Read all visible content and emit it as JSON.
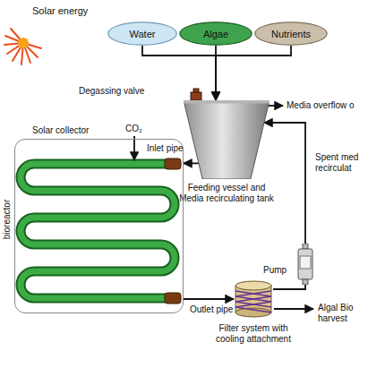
{
  "diagram": {
    "nodes": [
      {
        "text": [
          "Water"
        ]
      },
      {
        "text": [
          "Algae"
        ]
      },
      {
        "text": [
          "Nutrients"
        ]
      },
      {
        "text": [
          "Feeding vessel and Media recirculating tank"
        ]
      },
      {
        "text": [
          "Solar collector"
        ]
      },
      {
        "text": [
          "Filter system with cooling attachment"
        ]
      },
      {
        "text": [
          "Pump"
        ]
      }
    ],
    "edges": [
      {
        "from": 0,
        "to": 3,
        "arrow": "to"
      },
      {
        "from": 1,
        "to": 3,
        "arrow": "to"
      },
      {
        "from": 2,
        "to": 3,
        "arrow": "to"
      },
      {
        "from": 3,
        "to": 4,
        "arrow": "to"
      },
      {
        "from": 4,
        "to": 5,
        "arrow": "to"
      },
      {
        "from": 5,
        "to": 6,
        "arrow": "none"
      },
      {
        "from": 6,
        "to": 3,
        "arrow": "to"
      }
    ],
    "labels": [
      "Solar energy",
      "Degassing valve",
      "Media overflow o",
      "CO₂",
      "Inlet pipe",
      "bioreactor",
      "Spent med recirculat",
      "Outlet pipe",
      "Algal Bio harvest"
    ]
  }
}
